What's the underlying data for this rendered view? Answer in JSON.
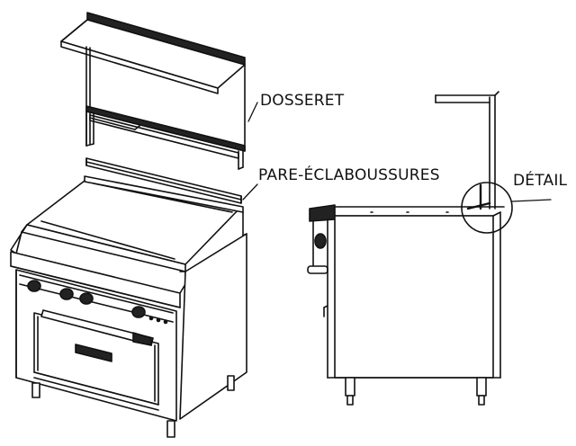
{
  "labels": {
    "backsplash": "DOSSERET",
    "splash_guard": "PARE-ÉCLABOUSSURES",
    "detail": "DÉTAIL"
  },
  "colors": {
    "line": "#111111",
    "background": "#ffffff"
  }
}
